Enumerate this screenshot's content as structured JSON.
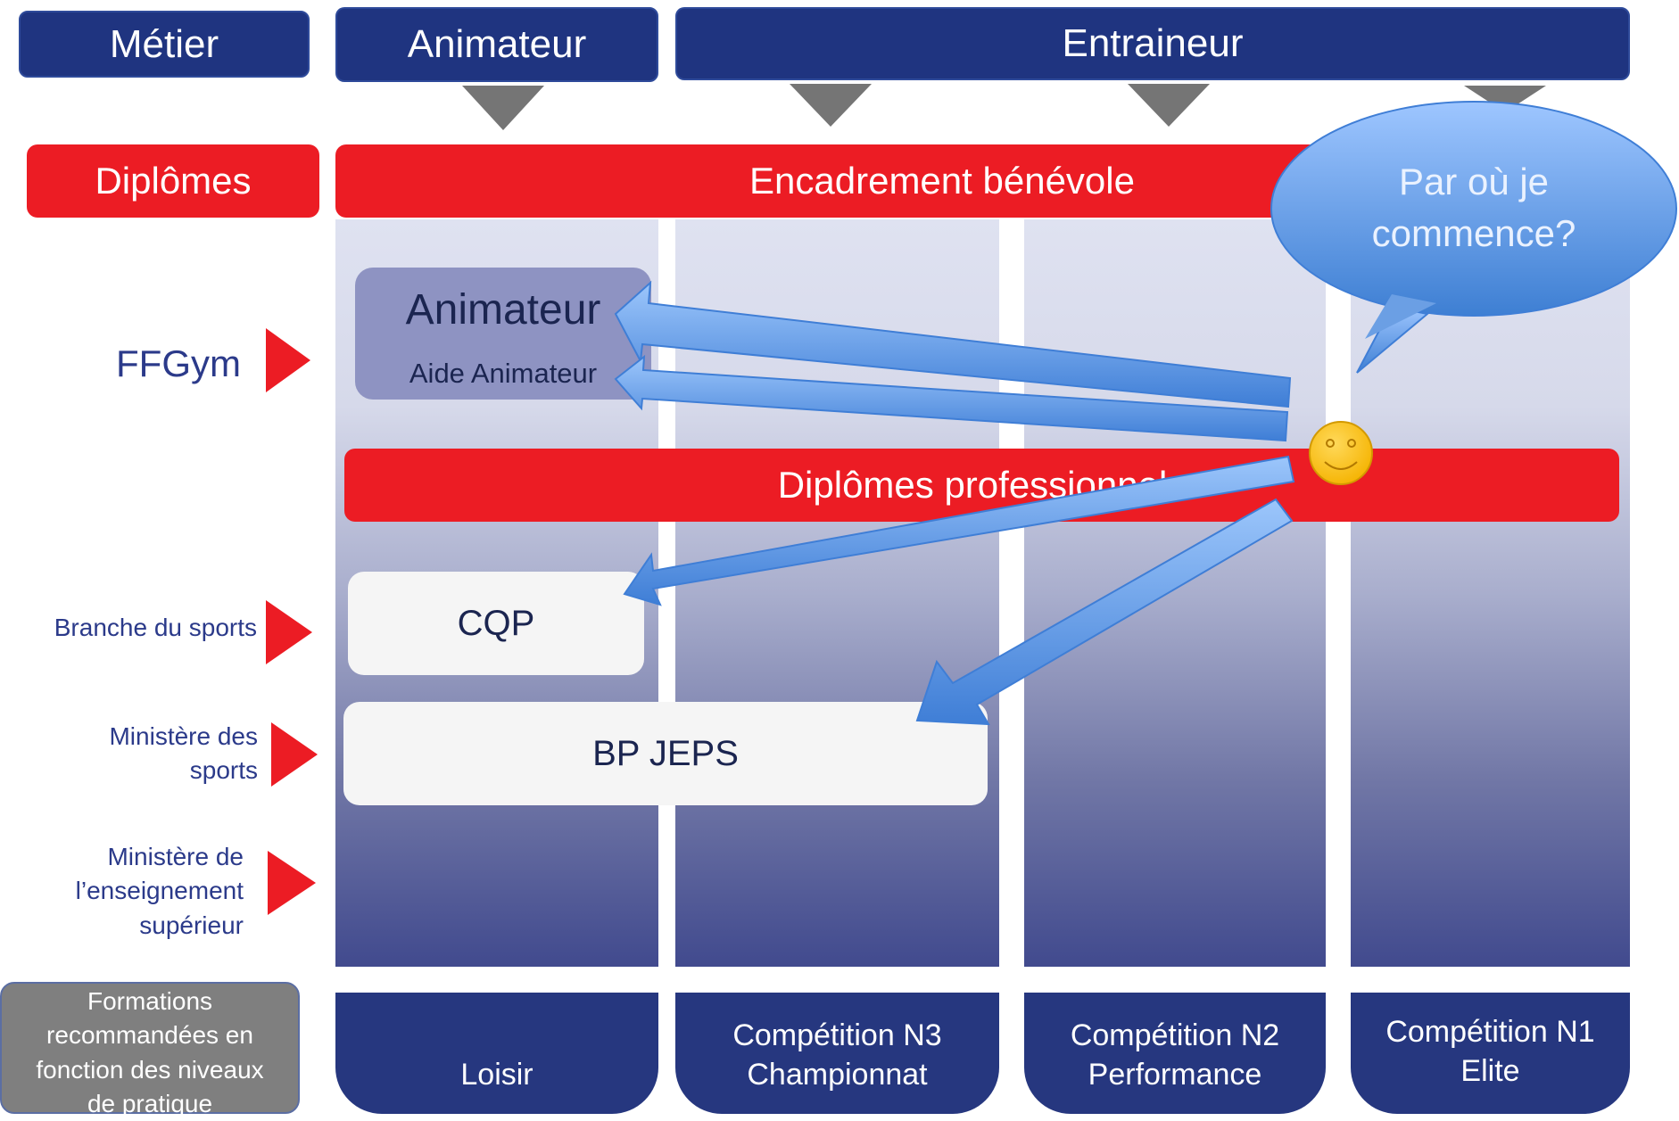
{
  "header": {
    "metier": "Métier",
    "animateur": "Animateur",
    "entraineur": "Entraineur"
  },
  "bands": {
    "diplomes": "Diplômes",
    "benevole": "Encadrement bénévole",
    "professionnels": "Diplômes professionnels"
  },
  "rows": {
    "ffgym": "FFGym",
    "branche": "Branche du sports",
    "ministere_sports_line1": "Ministère des",
    "ministere_sports_line2": "sports",
    "ministere_ens_line1": "Ministère de",
    "ministere_ens_line2": "l’enseignement",
    "ministere_ens_line3": "supérieur"
  },
  "boxes": {
    "animateur": "Animateur",
    "aide_animateur": "Aide Animateur",
    "cqp": "CQP",
    "bpjeps": "BP JEPS"
  },
  "bubble": {
    "line1": "Par où je",
    "line2": "commence?"
  },
  "footer": {
    "formations_lines": [
      "Formations",
      "recommandées en",
      "fonction des niveaux",
      "de pratique"
    ],
    "levels": [
      {
        "line1": "",
        "line2": "Loisir"
      },
      {
        "line1": "Compétition N3",
        "line2": "Championnat"
      },
      {
        "line1": "Compétition N2",
        "line2": "Performance"
      },
      {
        "line1": "Compétition N1",
        "line2": "Elite"
      }
    ]
  },
  "colors": {
    "navy": "#1f3480",
    "red": "#ec1c24",
    "bubble": "#7fb0f0",
    "arrow": "#6fa8ef",
    "smiley": "#ffc000"
  }
}
